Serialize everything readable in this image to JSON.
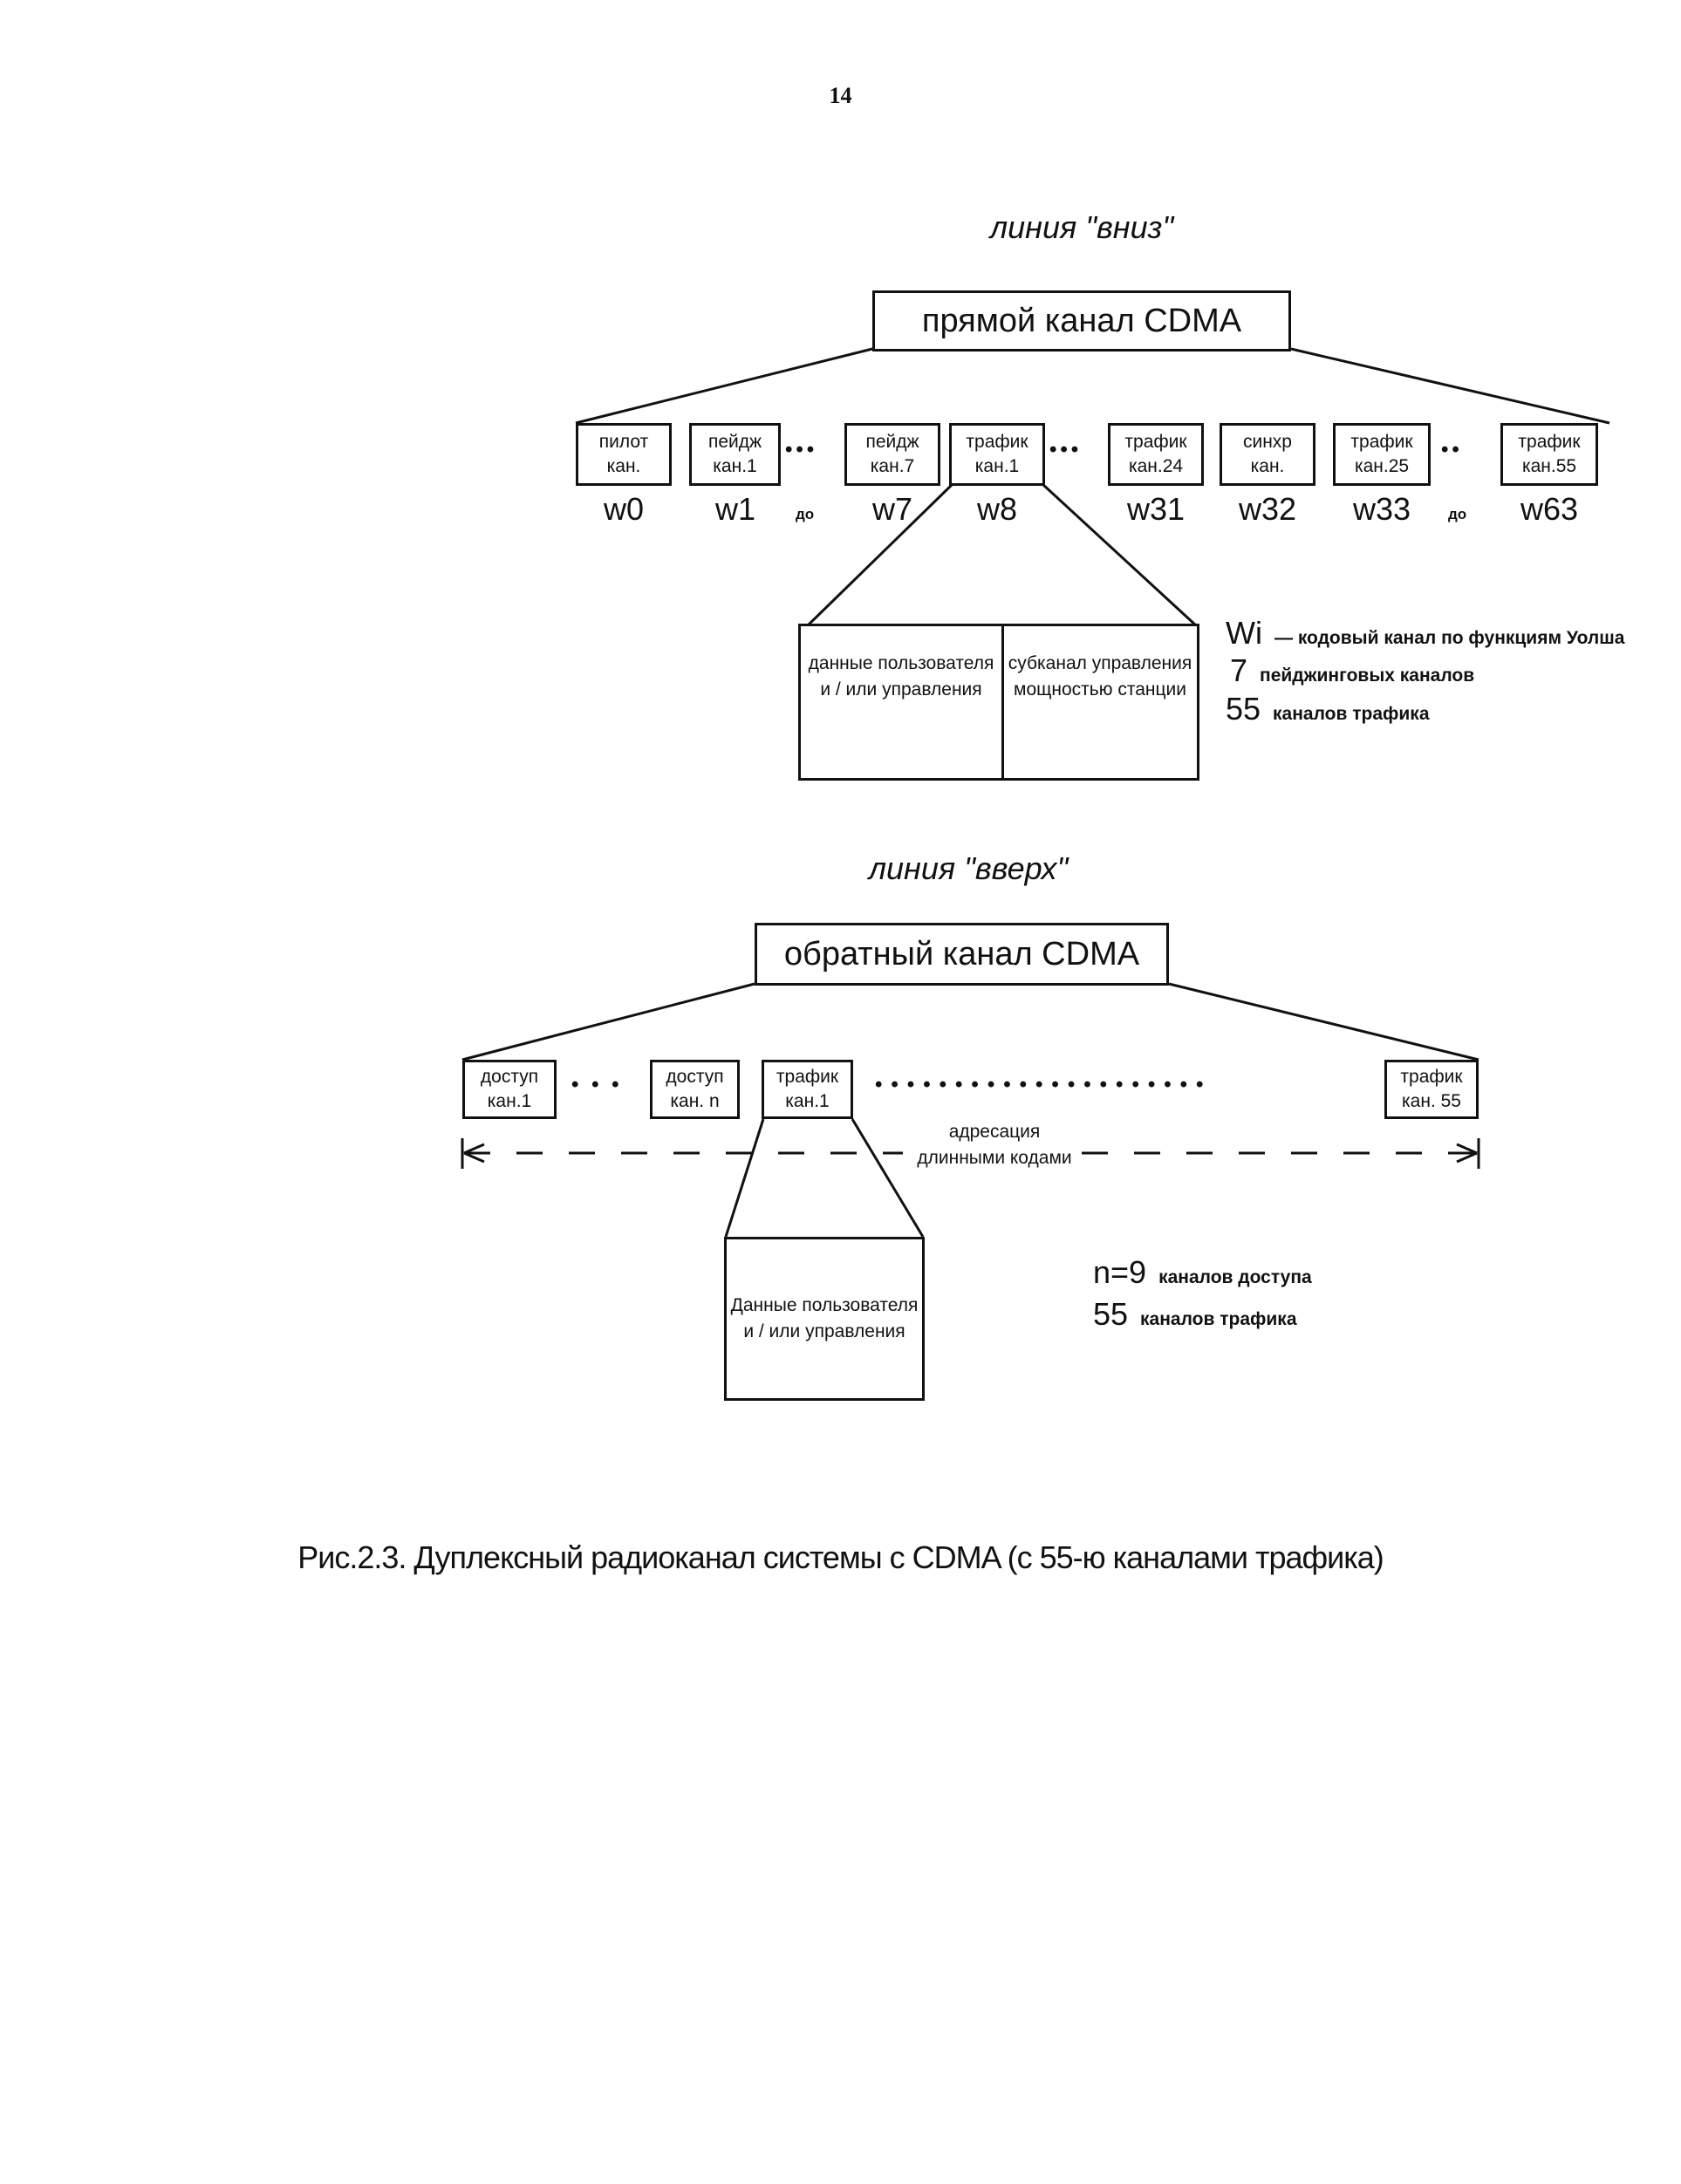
{
  "page_number": "14",
  "downlink": {
    "heading": "линия \"вниз\"",
    "main_box": "прямой канал CDMA",
    "channels": [
      {
        "label": "пилот кан.",
        "code": "w0"
      },
      {
        "label": "пейдж кан.1",
        "code": "w1"
      },
      {
        "label": "пейдж кан.7",
        "code": "w7"
      },
      {
        "label": "трафик кан.1",
        "code": "w8"
      },
      {
        "label": "трафик кан.24",
        "code": "w31"
      },
      {
        "label": "синхр кан.",
        "code": "w32"
      },
      {
        "label": "трафик кан.25",
        "code": "w33"
      },
      {
        "label": "трафик кан.55",
        "code": "w63"
      }
    ],
    "range_word": "до",
    "split_left": "данные пользователя и / или управления",
    "split_right": "субканал управления мощностью станции",
    "legend": [
      {
        "num": "Wi",
        "text": "— кодовый канал по функциям Уолша"
      },
      {
        "num": "7",
        "text": "пейджинговых каналов"
      },
      {
        "num": "55",
        "text": "каналов трафика"
      }
    ]
  },
  "uplink": {
    "heading": "линия \"вверх\"",
    "main_box": "обратный канал CDMA",
    "channels": [
      {
        "label": "доступ кан.1"
      },
      {
        "label": "доступ кан. n"
      },
      {
        "label": "трафик кан.1"
      },
      {
        "label": "трафик кан. 55"
      }
    ],
    "addressing": "адресация длинными кодами",
    "detail_box": "Данные пользователя и / или управления",
    "legend": [
      {
        "num": "n=9",
        "text": "каналов доступа"
      },
      {
        "num": "55",
        "text": "каналов трафика"
      }
    ]
  },
  "caption": "Рис.2.3. Дуплексный радиоканал системы с CDMA (с 55-ю каналами трафика)"
}
